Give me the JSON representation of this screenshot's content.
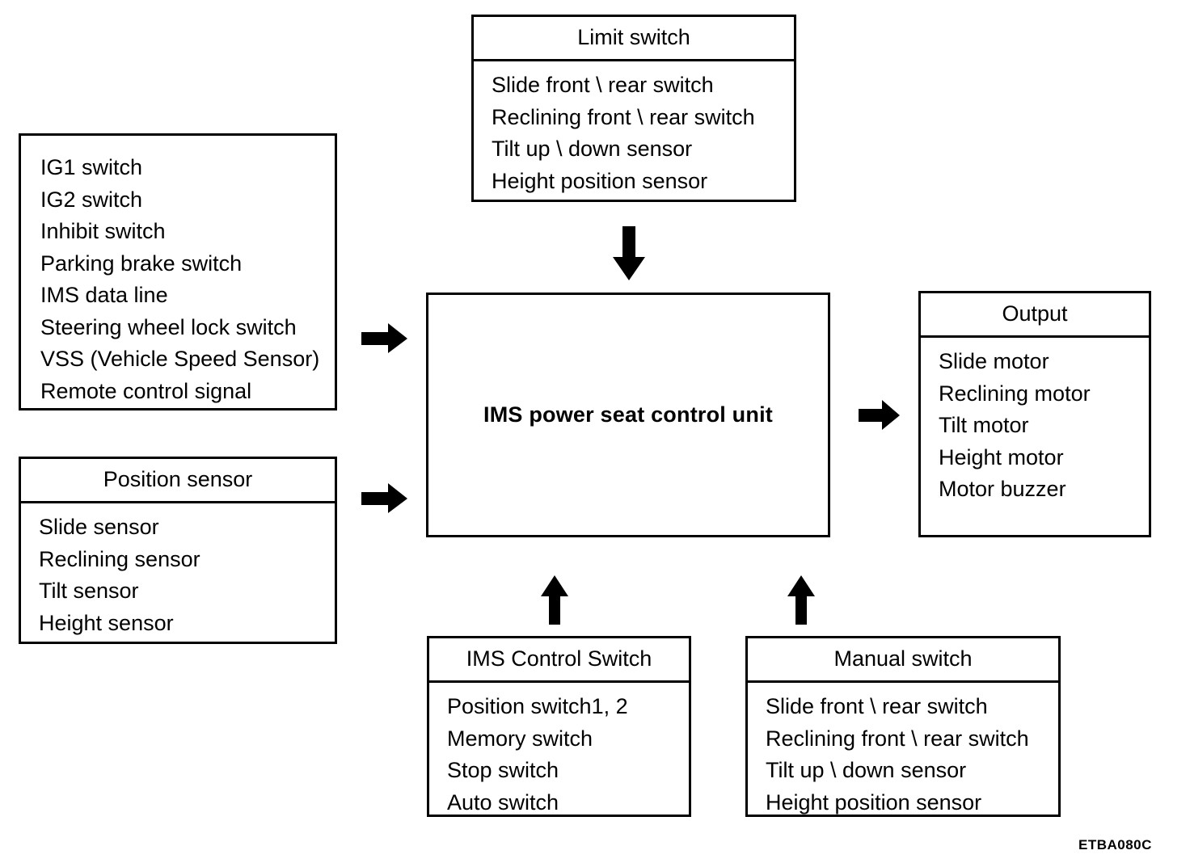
{
  "figure": {
    "code": "ETBA080C",
    "accent_color": "#000000",
    "background_color": "#ffffff"
  },
  "inputs": {
    "items": [
      "IG1 switch",
      "IG2 switch",
      "Inhibit switch",
      "Parking brake switch",
      "IMS data line",
      "Steering wheel lock switch",
      "VSS (Vehicle Speed Sensor)",
      "Remote control signal"
    ]
  },
  "position_sensor": {
    "title": "Position sensor",
    "items": [
      "Slide sensor",
      "Reclining sensor",
      "Tilt sensor",
      "Height sensor"
    ]
  },
  "limit_switch": {
    "title": "Limit switch",
    "items": [
      "Slide front \\ rear switch",
      "Reclining front \\ rear switch",
      "Tilt up \\ down sensor",
      "Height position sensor"
    ]
  },
  "control_unit": {
    "label": "IMS power seat control unit"
  },
  "output": {
    "title": "Output",
    "items": [
      "Slide motor",
      "Reclining motor",
      "Tilt motor",
      "Height motor",
      "Motor buzzer"
    ]
  },
  "ims_control_switch": {
    "title": "IMS Control Switch",
    "items": [
      "Position switch1, 2",
      "Memory switch",
      "Stop switch",
      "Auto switch"
    ]
  },
  "manual_switch": {
    "title": "Manual switch",
    "items": [
      "Slide front \\ rear switch",
      "Reclining front \\ rear switch",
      "Tilt up \\ down sensor",
      "Height position sensor"
    ]
  },
  "arrows": [
    {
      "name": "limit-switch-to-control-unit",
      "direction": "down"
    },
    {
      "name": "inputs-to-control-unit",
      "direction": "right"
    },
    {
      "name": "position-sensor-to-control-unit",
      "direction": "right"
    },
    {
      "name": "control-unit-to-output",
      "direction": "right"
    },
    {
      "name": "ims-control-switch-to-control-unit",
      "direction": "up"
    },
    {
      "name": "manual-switch-to-control-unit",
      "direction": "up"
    }
  ]
}
